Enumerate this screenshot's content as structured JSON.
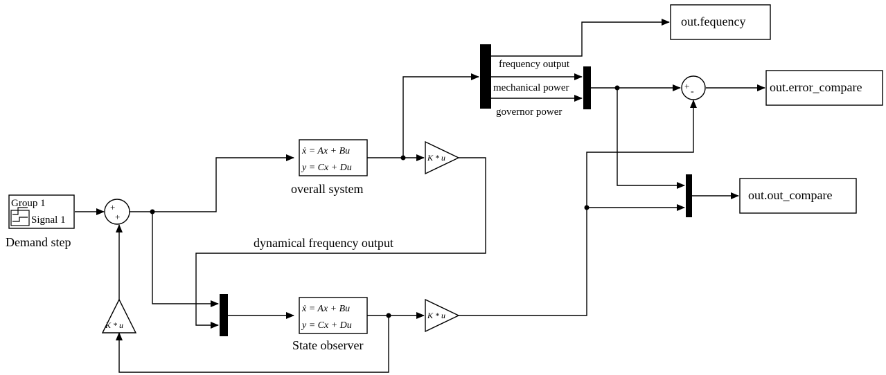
{
  "blocks": {
    "demand_step": {
      "group_label": "Group 1",
      "signal_label": "Signal 1",
      "caption": "Demand step"
    },
    "overall_system": {
      "eq_line1": "ẋ = Ax + Bu",
      "eq_line2": "y = Cx + Du",
      "caption": "overall system"
    },
    "state_observer": {
      "eq_line1": "ẋ = Ax + Bu",
      "eq_line2": "y = Cx + Du",
      "caption": "State observer"
    },
    "gain_top": {
      "label": "K * u"
    },
    "gain_observer": {
      "label": "K * u"
    },
    "gain_feedback": {
      "label": "K * u"
    },
    "sum_input": {
      "sign_top": "+",
      "sign_bottom": "+"
    },
    "sum_error": {
      "sign_left": "+",
      "sign_right": "-"
    },
    "out_frequency": {
      "label": "out.fequency"
    },
    "out_error_compare": {
      "label": "out.error_compare"
    },
    "out_out_compare": {
      "label": "out.out_compare"
    }
  },
  "signals": {
    "frequency_output": "frequency output",
    "mechanical_power": "mechanical power",
    "governor_power": "governor power",
    "dynamical_frequency_output": "dynamical frequency output"
  }
}
